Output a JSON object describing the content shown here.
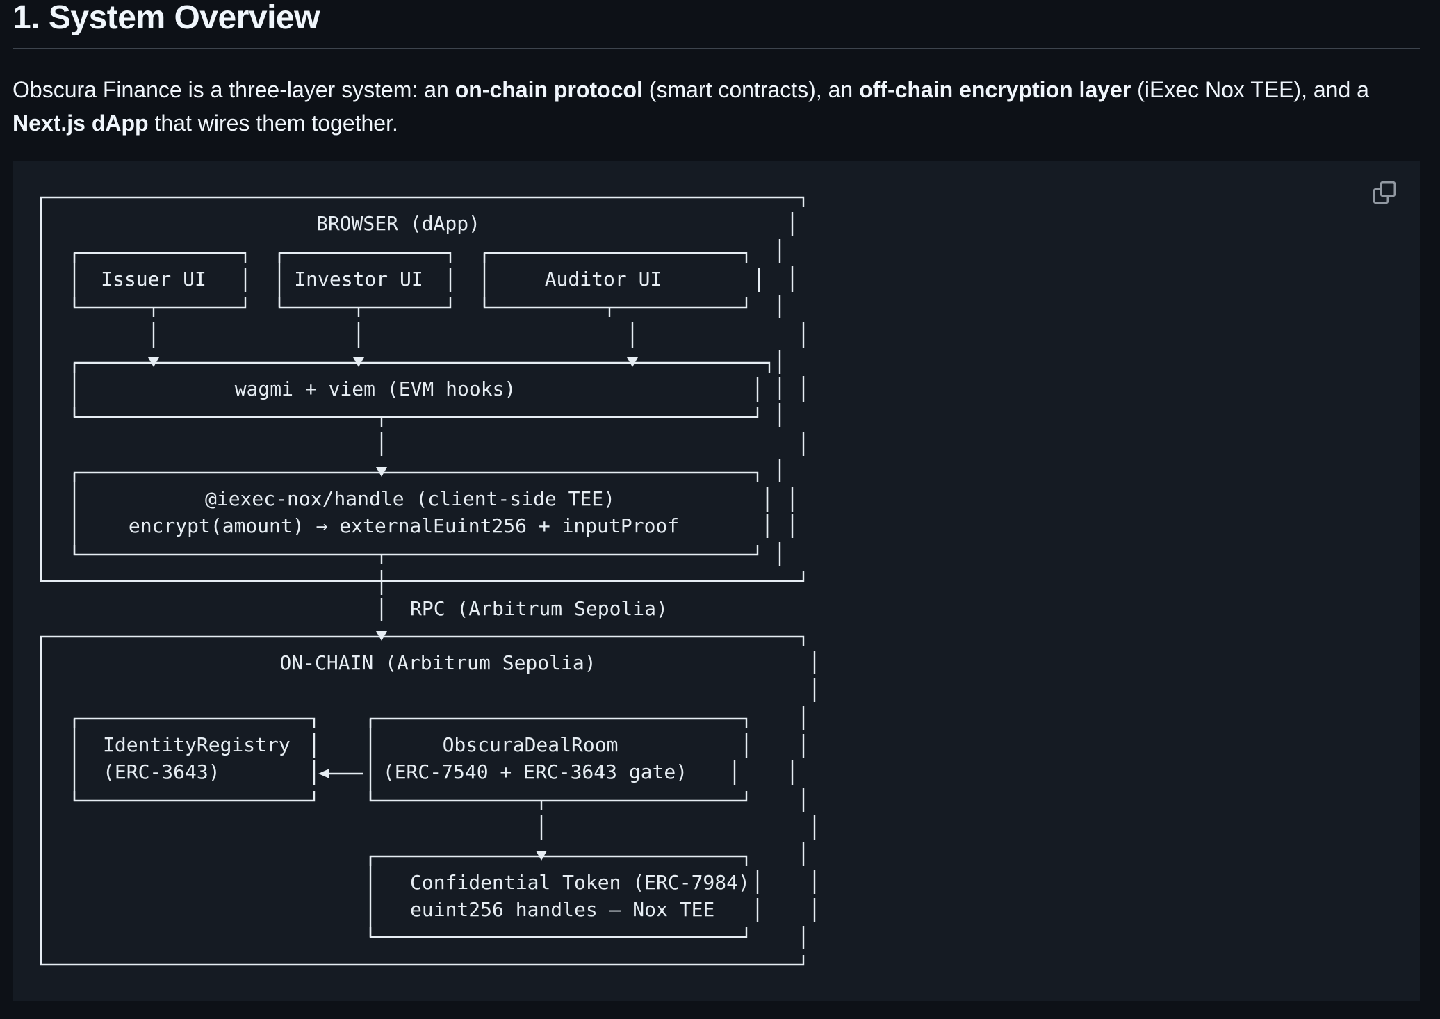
{
  "section": {
    "title": "1. System Overview",
    "intro": [
      {
        "text": "Obscura Finance is a three-layer system: an ",
        "bold": false
      },
      {
        "text": "on-chain protocol",
        "bold": true
      },
      {
        "text": " (smart contracts), an ",
        "bold": false
      },
      {
        "text": "off-chain encryption layer",
        "bold": true
      },
      {
        "text": " (iExec Nox TEE), and a ",
        "bold": false
      },
      {
        "text": "Next.js dApp",
        "bold": true
      },
      {
        "text": " that wires them together.",
        "bold": false
      }
    ]
  },
  "code_block": {
    "copy_icon": "copy-icon",
    "diagram": {
      "browser_title": "BROWSER (dApp)",
      "issuer_ui": "Issuer UI",
      "investor_ui": "Investor UI",
      "auditor_ui": "Auditor UI",
      "wagmi": "wagmi + viem (EVM hooks)",
      "nox_line1": "@iexec-nox/handle  (client-side TEE)",
      "nox_line2": "encrypt(amount) → externalEuint256 + inputProof",
      "rpc": "RPC (Arbitrum Sepolia)",
      "onchain_title": "ON-CHAIN (Arbitrum Sepolia)",
      "identity_line1": "IdentityRegistry",
      "identity_line2": "(ERC-3643)",
      "dealroom_line1": "ObscuraDealRoom",
      "dealroom_line2": "(ERC-7540 + ERC-3643 gate)",
      "token_line1": "Confidential Token (ERC-7984)",
      "token_line2": "euint256 handles — Nox TEE"
    }
  }
}
